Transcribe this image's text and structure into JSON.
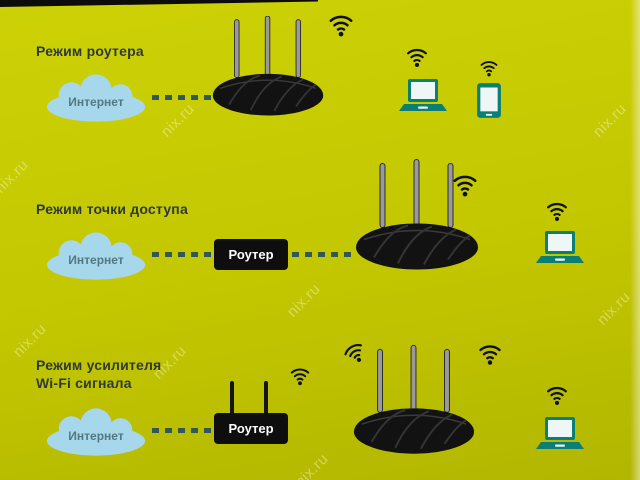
{
  "watermark": {
    "text": "nix.ru"
  },
  "colors": {
    "background": "#c3c700",
    "device_teal": "#0c7f74",
    "cloud_blue": "#a7d7ea",
    "dash_line": "#335757",
    "router_black": "#121212",
    "wifi_black": "#101010"
  },
  "icons": [
    "internet-cloud",
    "wifi-icon",
    "wireless-router",
    "router-box",
    "laptop-icon",
    "tablet-icon",
    "antenna"
  ],
  "sections": [
    {
      "title": "Режим роутера",
      "cloud_label": "Интернет"
    },
    {
      "title": "Режим точки доступа",
      "cloud_label": "Интернет",
      "router_box_label": "Роутер"
    },
    {
      "title": "Режим усилителя\nWi-Fi сигнала",
      "cloud_label": "Интернет",
      "router_box_label": "Роутер"
    }
  ]
}
